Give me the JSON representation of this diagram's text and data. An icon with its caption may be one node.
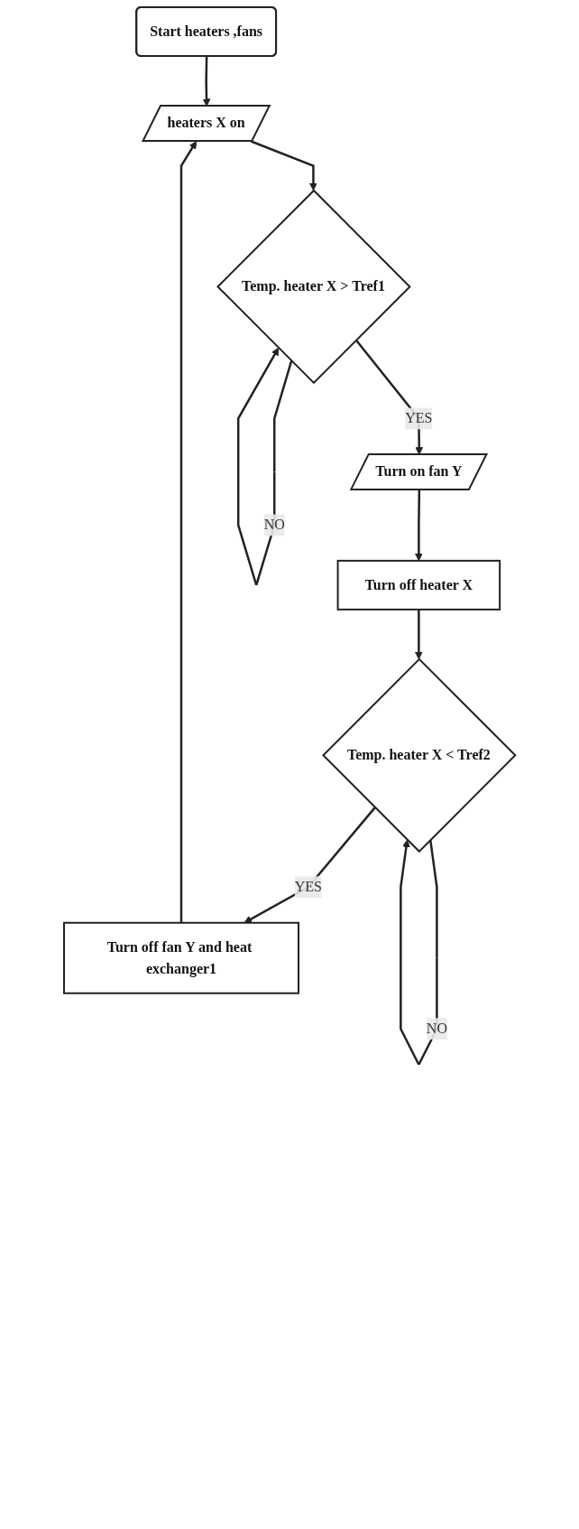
{
  "diagram": {
    "nodes": [
      {
        "text": [
          "Start heaters ,fans"
        ]
      },
      {
        "text": [
          "heaters X on"
        ]
      },
      {
        "text": [
          "Temp. heater X > Tref1"
        ]
      },
      {
        "text": [
          "Turn on fan Y"
        ]
      },
      {
        "text": [
          "Turn off heater X"
        ]
      },
      {
        "text": [
          "Temp. heater X < Tref2"
        ]
      },
      {
        "text": [
          "Turn off fan Y and heat exchanger1"
        ]
      }
    ],
    "edges": [
      {
        "from": 0,
        "to": 1,
        "arrow": "to"
      },
      {
        "from": 1,
        "to": 2,
        "arrow": "to"
      },
      {
        "from": 2,
        "to": 2,
        "label": "NO",
        "arrow": "to"
      },
      {
        "from": 2,
        "to": 3,
        "label": "YES",
        "arrow": "to"
      },
      {
        "from": 3,
        "to": 4,
        "arrow": "to"
      },
      {
        "from": 4,
        "to": 5,
        "arrow": "to"
      },
      {
        "from": 5,
        "to": 5,
        "label": "NO",
        "arrow": "to"
      },
      {
        "from": 5,
        "to": 6,
        "label": "YES",
        "arrow": "to"
      },
      {
        "from": 6,
        "to": 1,
        "arrow": "to"
      }
    ]
  }
}
